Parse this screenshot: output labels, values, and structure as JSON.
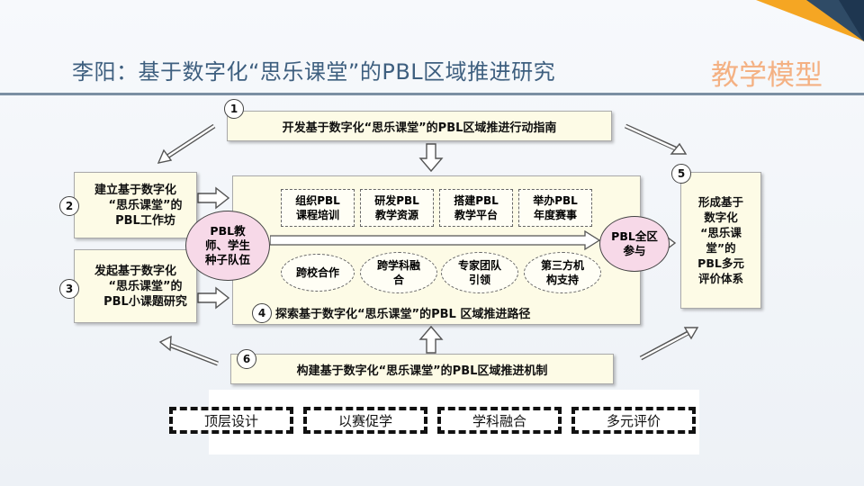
{
  "header": {
    "title": "李阳：基于数字化“思乐课堂”的PBL区域推进研究",
    "tag": "教学模型"
  },
  "diagram": {
    "box1": {
      "num": "1",
      "text": "开发基于数字化“思乐课堂”的PBL区域推进行动指南"
    },
    "box2": {
      "num": "2",
      "line1": "建立基于数字化",
      "line2": "“思乐课堂”的",
      "line3": "PBL工作坊"
    },
    "box3": {
      "num": "3",
      "line1": "发起基于数字化",
      "line2": "“思乐课堂”的",
      "line3": "PBL小课题研究"
    },
    "center": {
      "num": "4",
      "caption": "探索基于数字化“思乐课堂”的PBL 区域推进路径",
      "left_circle_l1": "PBL教",
      "left_circle_l2": "师、学生",
      "left_circle_l3": "种子队伍",
      "right_circle_l1": "PBL全区",
      "right_circle_l2": "参与",
      "tasks": [
        {
          "l1": "组织PBL",
          "l2": "课程培训"
        },
        {
          "l1": "研发PBL",
          "l2": "教学资源"
        },
        {
          "l1": "搭建PBL",
          "l2": "教学平台"
        },
        {
          "l1": "举办PBL",
          "l2": "年度赛事"
        }
      ],
      "supports": [
        {
          "l1": "跨校合作",
          "l2": ""
        },
        {
          "l1": "跨学科融",
          "l2": "合"
        },
        {
          "l1": "专家团队",
          "l2": "引领"
        },
        {
          "l1": "第三方机",
          "l2": "构支持"
        }
      ]
    },
    "box5": {
      "num": "5",
      "line1": "形成基于",
      "line2": "数字化",
      "line3": "“思乐课",
      "line4": "堂”的",
      "line5": "PBL多元",
      "line6": "评价体系"
    },
    "box6": {
      "num": "6",
      "text": "构建基于数字化“思乐课堂”的PBL区域推进机制"
    }
  },
  "keywords": [
    "顶层设计",
    "以赛促学",
    "学科融合",
    "多元评价"
  ],
  "colors": {
    "title": "#3e5f7f",
    "tag": "#f4b183",
    "box_fill": "#fdfbe6",
    "circle_fill": "#f7d9e8",
    "corner_orange": "#f5a623",
    "corner_navy": "#2f4b66"
  }
}
